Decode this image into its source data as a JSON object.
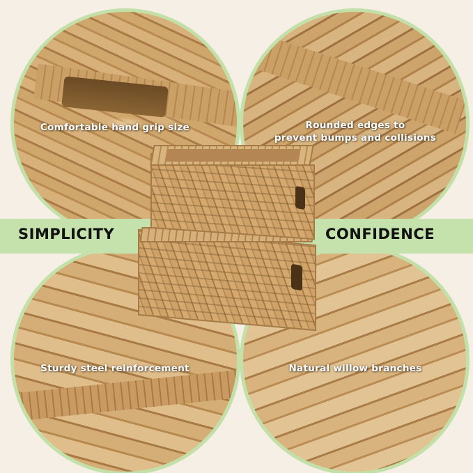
{
  "features": {
    "top_left": "Comfortable hand grip size",
    "top_right_line1": "Rounded edges to",
    "top_right_line2": "prevent bumps and collisions",
    "bottom_left": "Sturdy steel reinforcement",
    "bottom_right": "Natural willow branches"
  },
  "band": {
    "left_label": "SIMPLICITY",
    "right_label": "CONFIDENCE"
  },
  "colors": {
    "accent_green": "#c5e2ad",
    "circle_border": "#c2e0a8",
    "background": "#f6efe6",
    "wicker": "#c9a06a"
  }
}
